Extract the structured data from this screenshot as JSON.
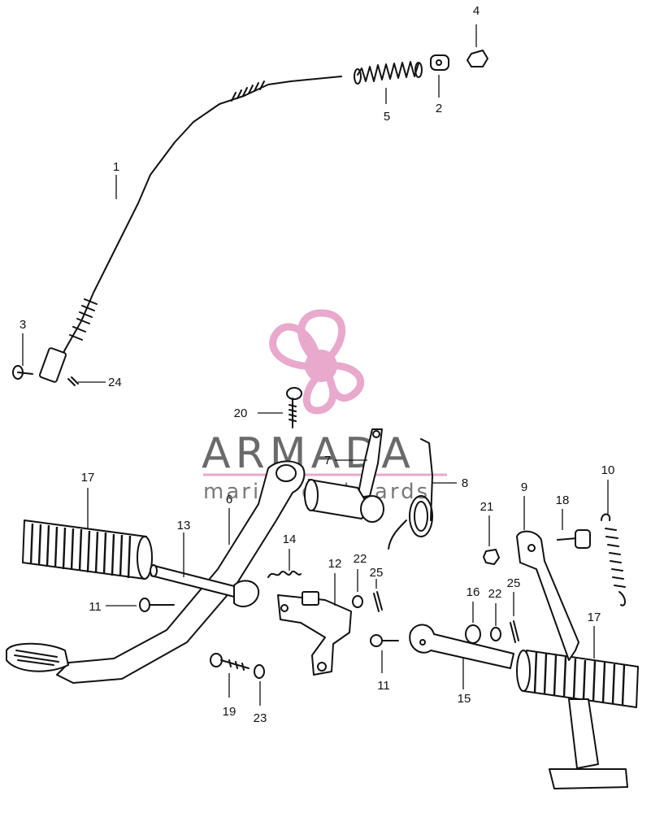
{
  "watermark": {
    "brand": "ARMADA",
    "tagline": "marine outboards",
    "color": "#e8a9cc",
    "rule_color": "#e8a9cc"
  },
  "callouts": [
    {
      "id": "c1",
      "label": "1"
    },
    {
      "id": "c2",
      "label": "2"
    },
    {
      "id": "c3",
      "label": "3"
    },
    {
      "id": "c4",
      "label": "4"
    },
    {
      "id": "c5",
      "label": "5"
    },
    {
      "id": "c6",
      "label": "6"
    },
    {
      "id": "c7",
      "label": "7"
    },
    {
      "id": "c8",
      "label": "8"
    },
    {
      "id": "c9",
      "label": "9"
    },
    {
      "id": "c10",
      "label": "10"
    },
    {
      "id": "c11a",
      "label": "11"
    },
    {
      "id": "c11b",
      "label": "11"
    },
    {
      "id": "c12",
      "label": "12"
    },
    {
      "id": "c13",
      "label": "13"
    },
    {
      "id": "c14",
      "label": "14"
    },
    {
      "id": "c15",
      "label": "15"
    },
    {
      "id": "c16",
      "label": "16"
    },
    {
      "id": "c17a",
      "label": "17"
    },
    {
      "id": "c17b",
      "label": "17"
    },
    {
      "id": "c18",
      "label": "18"
    },
    {
      "id": "c19",
      "label": "19"
    },
    {
      "id": "c20",
      "label": "20"
    },
    {
      "id": "c21",
      "label": "21"
    },
    {
      "id": "c22a",
      "label": "22"
    },
    {
      "id": "c22b",
      "label": "22"
    },
    {
      "id": "c23",
      "label": "23"
    },
    {
      "id": "c24",
      "label": "24"
    },
    {
      "id": "c25a",
      "label": "25"
    },
    {
      "id": "c25b",
      "label": "25"
    }
  ]
}
